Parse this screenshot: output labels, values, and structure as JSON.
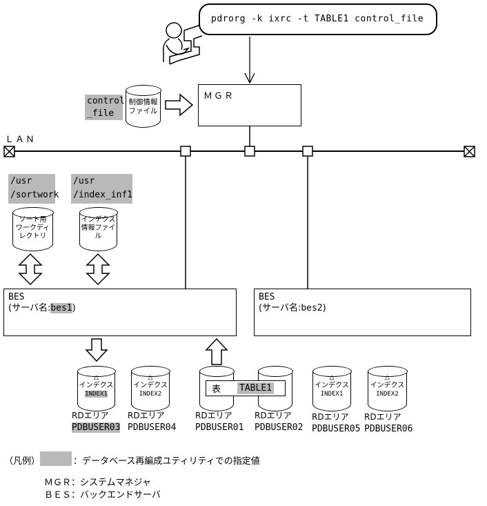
{
  "highlight_color": "#b9b9b9",
  "bubble": {
    "command": "pdrorg -k ixrc -t TABLE1 control_file"
  },
  "control_file_label": {
    "line1": "control",
    "line2": "_file"
  },
  "control_cylinder": {
    "line1": "制御情報",
    "line2": "ファイル"
  },
  "mgr_box": {
    "label": "ＭＧＲ"
  },
  "lan": {
    "label": "ＬＡＮ"
  },
  "dir_labels": {
    "sortwork": {
      "line1": "/usr",
      "line2": "/sortwork"
    },
    "indexinf": {
      "line1": "/usr",
      "line2": "/index_inf1"
    }
  },
  "work_cylinders": {
    "sort": {
      "line1": "ソート用",
      "line2": "ワークディ",
      "line3": "レクトリ"
    },
    "index": {
      "line1": "インデクス",
      "line2": "情報ファイ",
      "line3": "ル"
    }
  },
  "bes": [
    {
      "title": "BES",
      "server_prefix": "(サーバ名:",
      "server_name": "bes1",
      "server_suffix": ")"
    },
    {
      "title": "BES",
      "server_prefix": "(サーバ名:",
      "server_name": "bes2",
      "server_suffix": ")"
    }
  ],
  "table_box": {
    "kanji": "表",
    "name": "TABLE1"
  },
  "rdareas": [
    {
      "marker": "△",
      "kind": "インデクス",
      "object": "INDEX1",
      "rd": "RDエリア",
      "name": "PDBUSER03"
    },
    {
      "marker": "△",
      "kind": "インデクス",
      "object": "INDEX2",
      "rd": "RDエリア",
      "name": "PDBUSER04"
    },
    {
      "rd": "RDエリア",
      "name": "PDBUSER01"
    },
    {
      "rd": "RDエリア",
      "name": "PDBUSER02"
    },
    {
      "marker": "△",
      "kind": "インデクス",
      "object": "INDEX1",
      "rd": "RDエリア",
      "name": "PDBUSER05"
    },
    {
      "marker": "△",
      "kind": "インデクス",
      "object": "INDEX2",
      "rd": "RDエリア",
      "name": "PDBUSER06"
    }
  ],
  "legend": {
    "caption": "（凡例）",
    "highlight_desc": "：データベース再編成ユティリティでの指定値",
    "mgr": "ＭＧＲ：システムマネジャ",
    "bes": "ＢＥＳ：バックエンドサーバ"
  }
}
